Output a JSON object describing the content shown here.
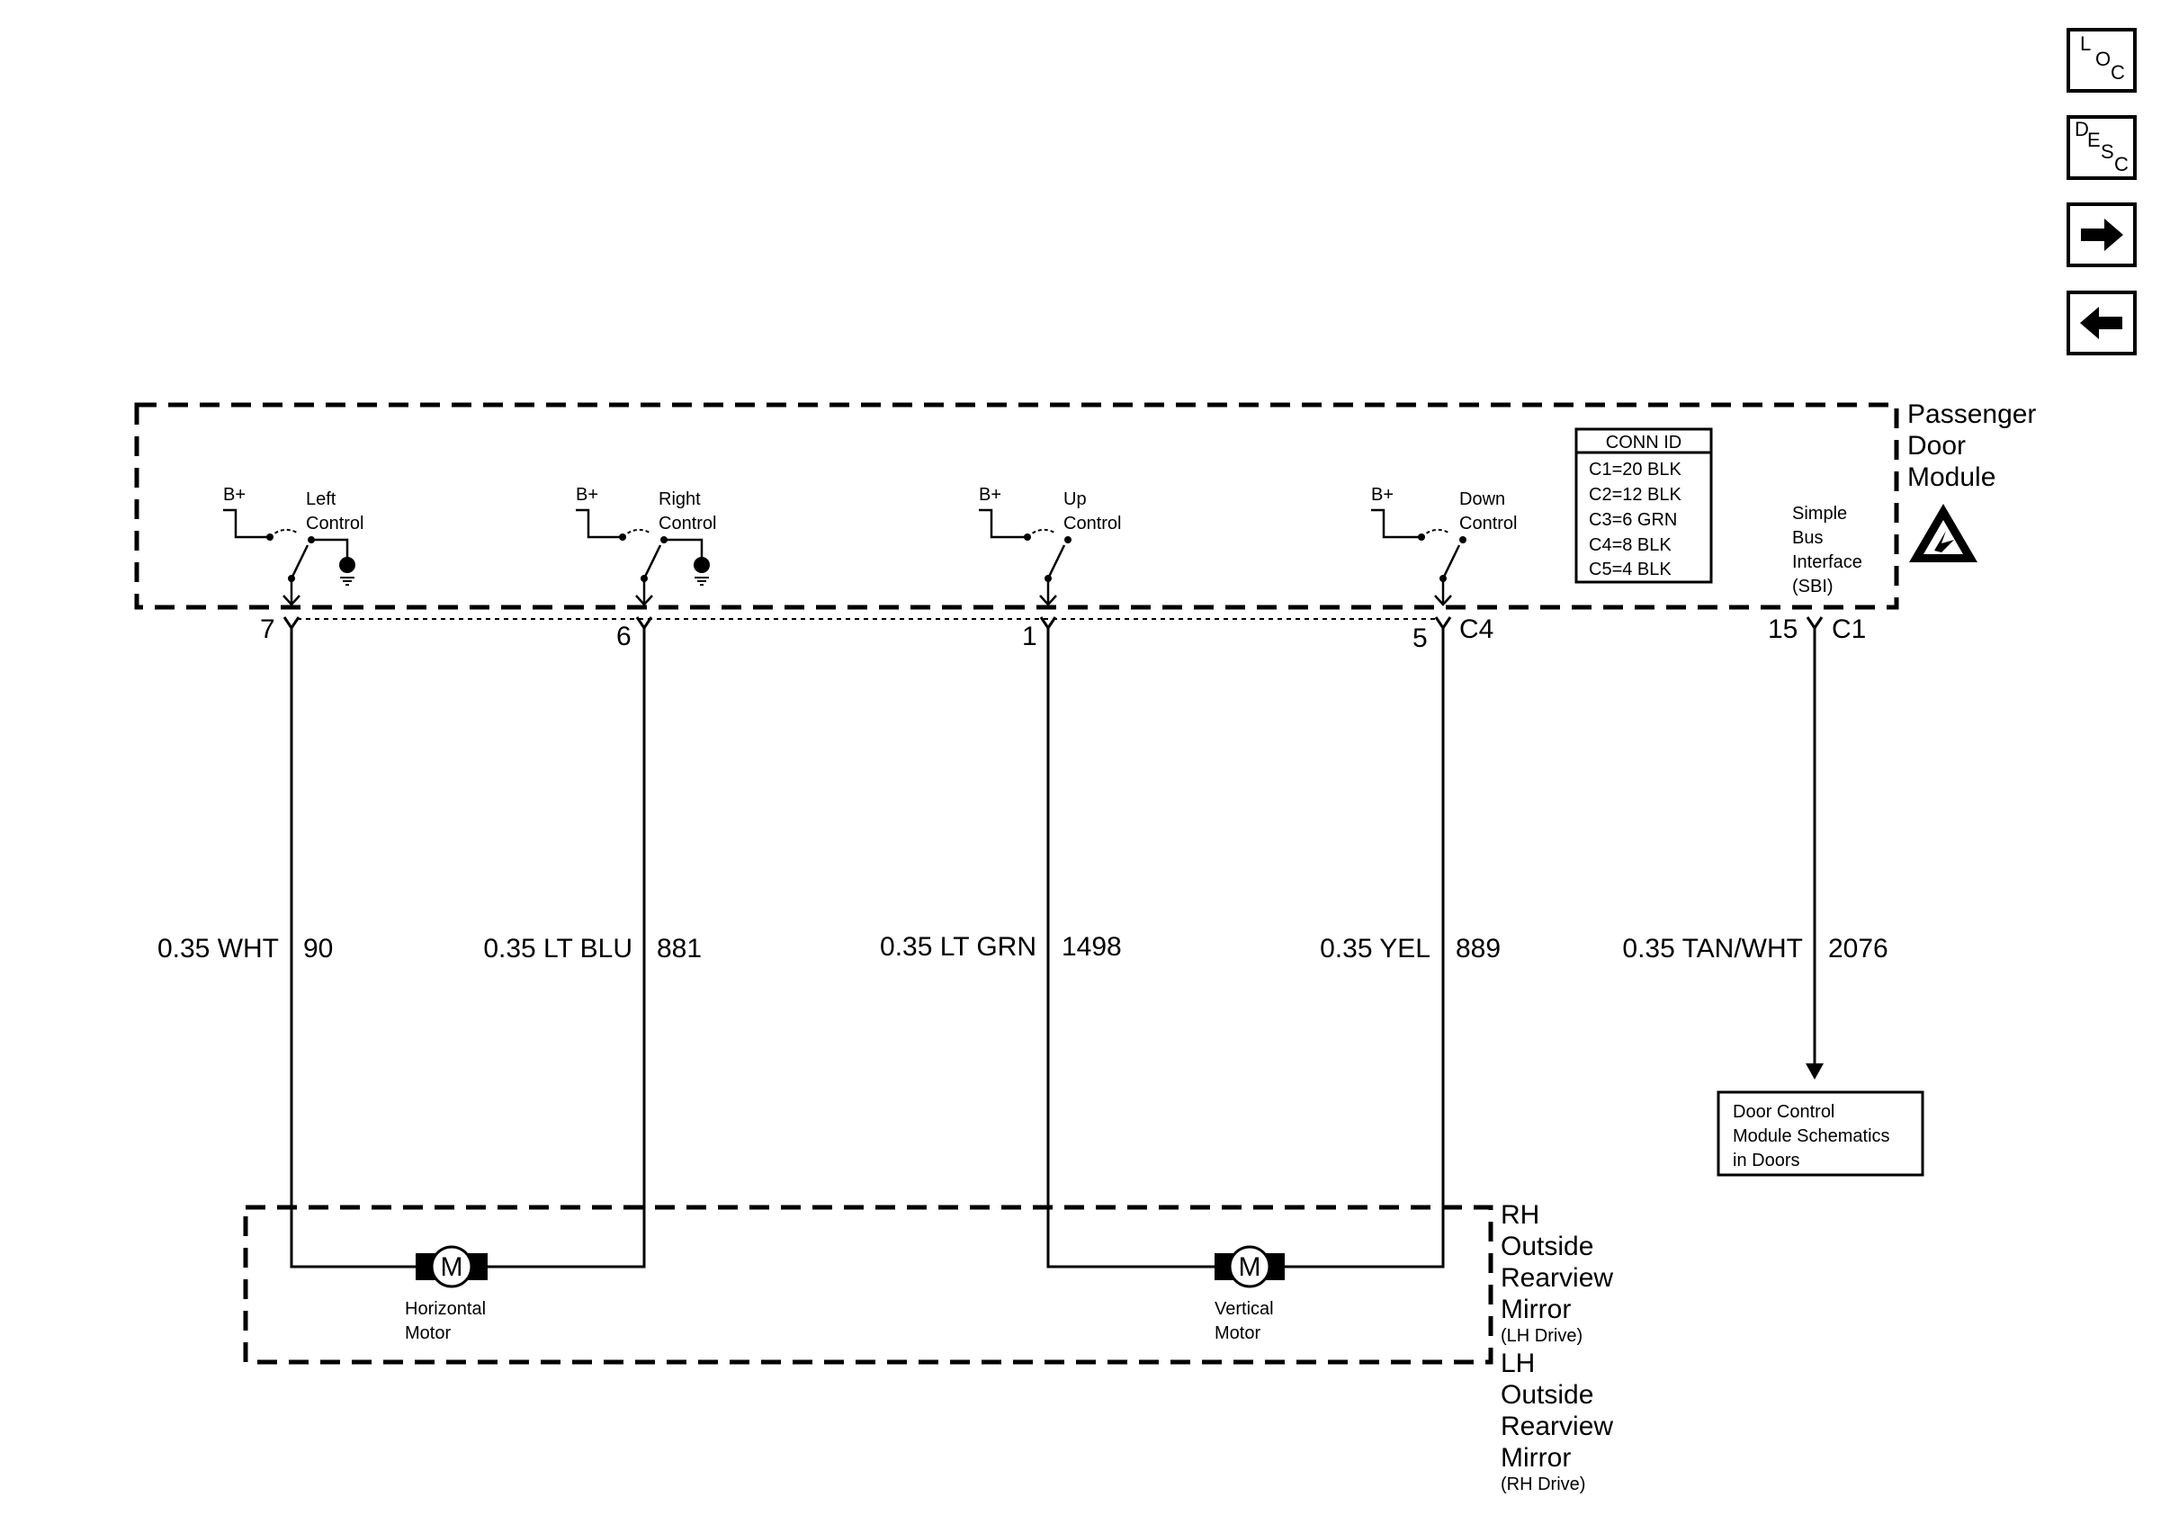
{
  "nav": {
    "loc": {
      "l1": "L",
      "l2": "O",
      "l3": "C"
    },
    "desc": {
      "l1": "D",
      "l2": "E",
      "l3": "S",
      "l4": "C"
    }
  },
  "module": {
    "title_line1": "Passenger",
    "title_line2": "Door",
    "title_line3": "Module"
  },
  "conn_id": {
    "header": "CONN ID",
    "rows": [
      "C1=20 BLK",
      "C2=12 BLK",
      "C3=6 GRN",
      "C4=8 BLK",
      "C5=4 BLK"
    ]
  },
  "sbi": {
    "line1": "Simple",
    "line2": "Bus",
    "line3": "Interface",
    "line4": "(SBI)"
  },
  "switches": [
    {
      "bplus": "B+",
      "line1": "Left",
      "line2": "Control",
      "pin": "7"
    },
    {
      "bplus": "B+",
      "line1": "Right",
      "line2": "Control",
      "pin": "6"
    },
    {
      "bplus": "B+",
      "line1": "Up",
      "line2": "Control",
      "pin": "1"
    },
    {
      "bplus": "B+",
      "line1": "Down",
      "line2": "Control",
      "pin": "5"
    }
  ],
  "connectors": {
    "c4": "C4",
    "c1": "C1",
    "sbi_pin": "15"
  },
  "wires": [
    {
      "color": "0.35 WHT",
      "circuit": "90"
    },
    {
      "color": "0.35 LT BLU",
      "circuit": "881"
    },
    {
      "color": "0.35 LT GRN",
      "circuit": "1498"
    },
    {
      "color": "0.35 YEL",
      "circuit": "889"
    },
    {
      "color": "0.35 TAN/WHT",
      "circuit": "2076"
    }
  ],
  "dcm_ref": {
    "line1": "Door Control",
    "line2": "Module Schematics",
    "line3": "in Doors"
  },
  "motors": [
    {
      "symbol": "M",
      "line1": "Horizontal",
      "line2": "Motor"
    },
    {
      "symbol": "M",
      "line1": "Vertical",
      "line2": "Motor"
    }
  ],
  "mirror": {
    "rh_line1": "RH",
    "rh_line2": "Outside",
    "rh_line3": "Rearview",
    "rh_line4": "Mirror",
    "rh_note": "(LH Drive)",
    "lh_line1": "LH",
    "lh_line2": "Outside",
    "lh_line3": "Rearview",
    "lh_line4": "Mirror",
    "lh_note": "(RH Drive)"
  }
}
